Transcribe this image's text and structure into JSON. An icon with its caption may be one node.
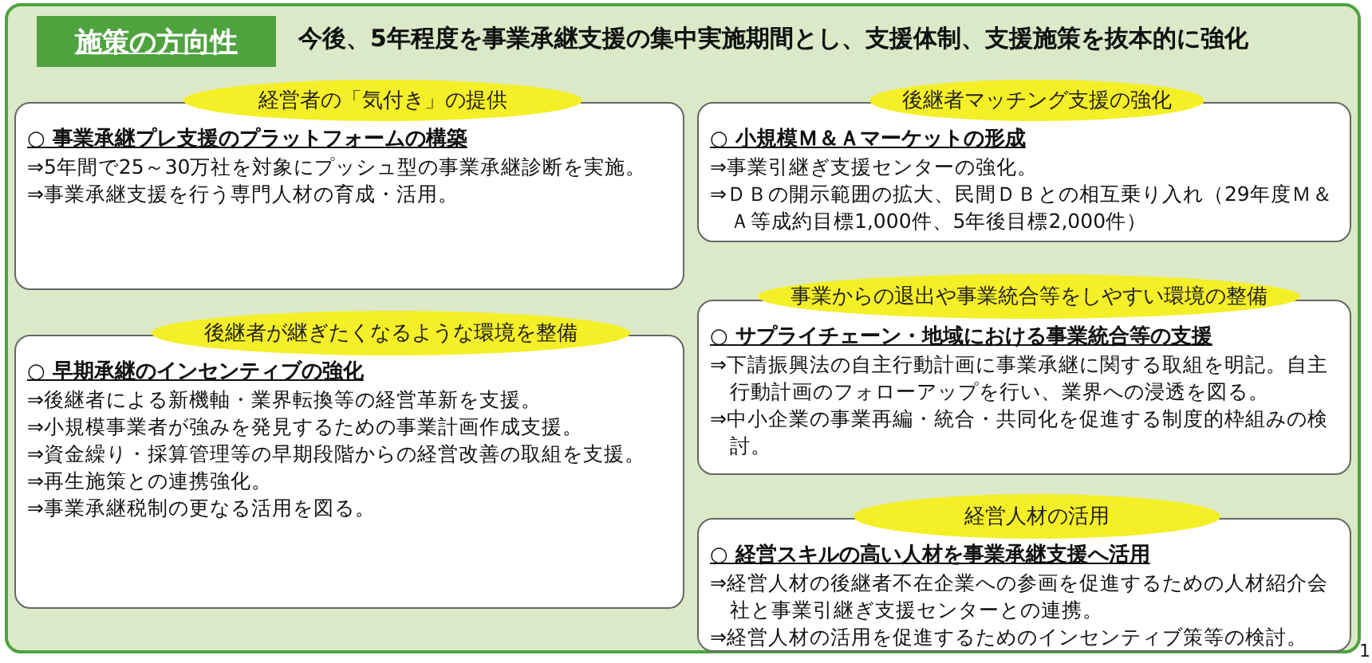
{
  "diagram": {
    "nodes": [
      {
        "text": [],
        "shape": "box"
      },
      {
        "text": [
          "施策の方向性"
        ],
        "in": 0
      },
      {
        "text": [
          "経営者の「気付き」の提供"
        ],
        "in": 0
      },
      {
        "text": [
          "○ 事業承継プレ支援のプラットフォームの構築",
          "⇒5年間で25～30万社を対象にプッシュ型の事業承継診断を実施。",
          "⇒事業承継支援を行う専門人材の育成・活用。"
        ],
        "in": 0
      },
      {
        "text": [
          "後継者マッチング支援の強化"
        ],
        "in": 0
      },
      {
        "text": [
          "○ 小規模Ｍ＆Ａマーケットの形成",
          "⇒事業引継ぎ支援センターの強化。",
          "⇒ＤＢの開示範囲の拡大、民間ＤＢとの相互乗り入れ（29年度Ｍ＆Ａ等成約目標1,000件、5年後目標2,000件）"
        ],
        "in": 0
      },
      {
        "text": [
          "事業からの退出や事業統合等をしやすい環境の整備"
        ],
        "in": 0
      },
      {
        "text": [
          "○ サプライチェーン・地域における事業統合等の支援",
          "⇒下請振興法の自主行動計画に事業承継に関する取組を明記。自主行動計画のフォローアップを行い、業界への浸透を図る。",
          "⇒中小企業の事業再編・統合・共同化を促進する制度的枠組みの検討。"
        ],
        "in": 0
      },
      {
        "text": [
          "後継者が継ぎたくなるような環境を整備"
        ],
        "in": 0
      },
      {
        "text": [
          "○ 早期承継のインセンティブの強化",
          "⇒後継者による新機軸・業界転換等の経営革新を支援。",
          "⇒小規模事業者が強みを発見するための事業計画作成支援。",
          "⇒資金繰り・採算管理等の早期段階からの経営改善の取組を支援。",
          "⇒再生施策との連携強化。",
          "⇒事業承継税制の更なる活用を図る。"
        ],
        "in": 0
      },
      {
        "text": [
          "経営人材の活用"
        ],
        "in": 0
      },
      {
        "text": [
          "○ 経営スキルの高い人材を事業承継支援へ活用",
          "⇒経営人材の後継者不在企業への参画を促進するための人材紹介会社と事業引継ぎ支援センターとの連携。",
          "⇒経営人材の活用を促進するためのインセンティブ策等の検討。"
        ],
        "in": 0
      }
    ],
    "labels": [
      "今後、5年程度を事業承継支援の集中実施期間とし、支援体制、支援施策を抜本的に強化",
      "1"
    ]
  }
}
